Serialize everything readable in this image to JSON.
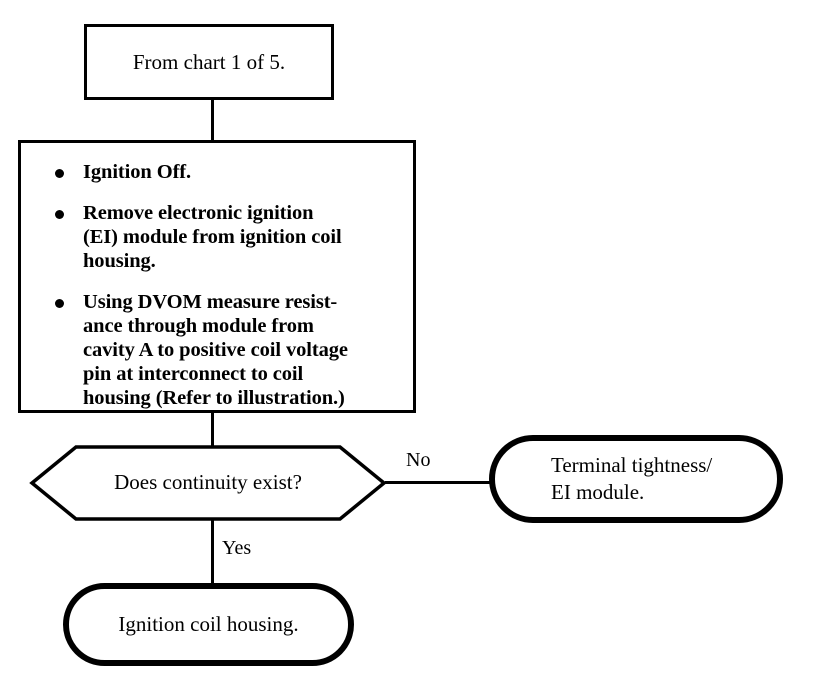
{
  "chart_data": {
    "type": "diagram",
    "title": "Electronic Ignition Continuity Diagnostic Flowchart",
    "nodes": [
      {
        "id": "start",
        "shape": "rectangle",
        "text": "From chart 1 of 5."
      },
      {
        "id": "steps",
        "shape": "rectangle",
        "bullets": [
          "Ignition Off.",
          "Remove electronic ignition\n(EI) module from ignition coil\nhousing.",
          "Using DVOM measure resist-\nance through module from\ncavity A to positive coil voltage\npin at interconnect to coil\nhousing (Refer to illustration.)"
        ]
      },
      {
        "id": "decision",
        "shape": "hexagon",
        "text": "Does continuity exist?"
      },
      {
        "id": "no-outcome",
        "shape": "rounded-terminal",
        "text": "Terminal tightness/\nEI module."
      },
      {
        "id": "yes-outcome",
        "shape": "rounded-terminal",
        "text": "Ignition coil housing."
      }
    ],
    "edges": [
      {
        "from": "start",
        "to": "steps",
        "label": ""
      },
      {
        "from": "steps",
        "to": "decision",
        "label": ""
      },
      {
        "from": "decision",
        "to": "no-outcome",
        "label": "No"
      },
      {
        "from": "decision",
        "to": "yes-outcome",
        "label": "Yes"
      }
    ]
  },
  "start_box": {
    "text": "From chart 1 of 5."
  },
  "steps_box": {
    "bullets": [
      {
        "text": "Ignition Off."
      },
      {
        "text": "Remove electronic ignition\n(EI) module from ignition coil\nhousing."
      },
      {
        "text": "Using DVOM measure resist-\nance through module from\ncavity A to positive coil voltage\npin at interconnect to coil\nhousing (Refer to illustration.)"
      }
    ]
  },
  "decision": {
    "text": "Does continuity exist?"
  },
  "labels": {
    "no": "No",
    "yes": "Yes"
  },
  "no_terminal": {
    "text": "Terminal tightness/\nEI module."
  },
  "yes_terminal": {
    "text": "Ignition coil housing."
  },
  "colors": {
    "line": "#000000",
    "background": "#ffffff",
    "text": "#000000"
  }
}
